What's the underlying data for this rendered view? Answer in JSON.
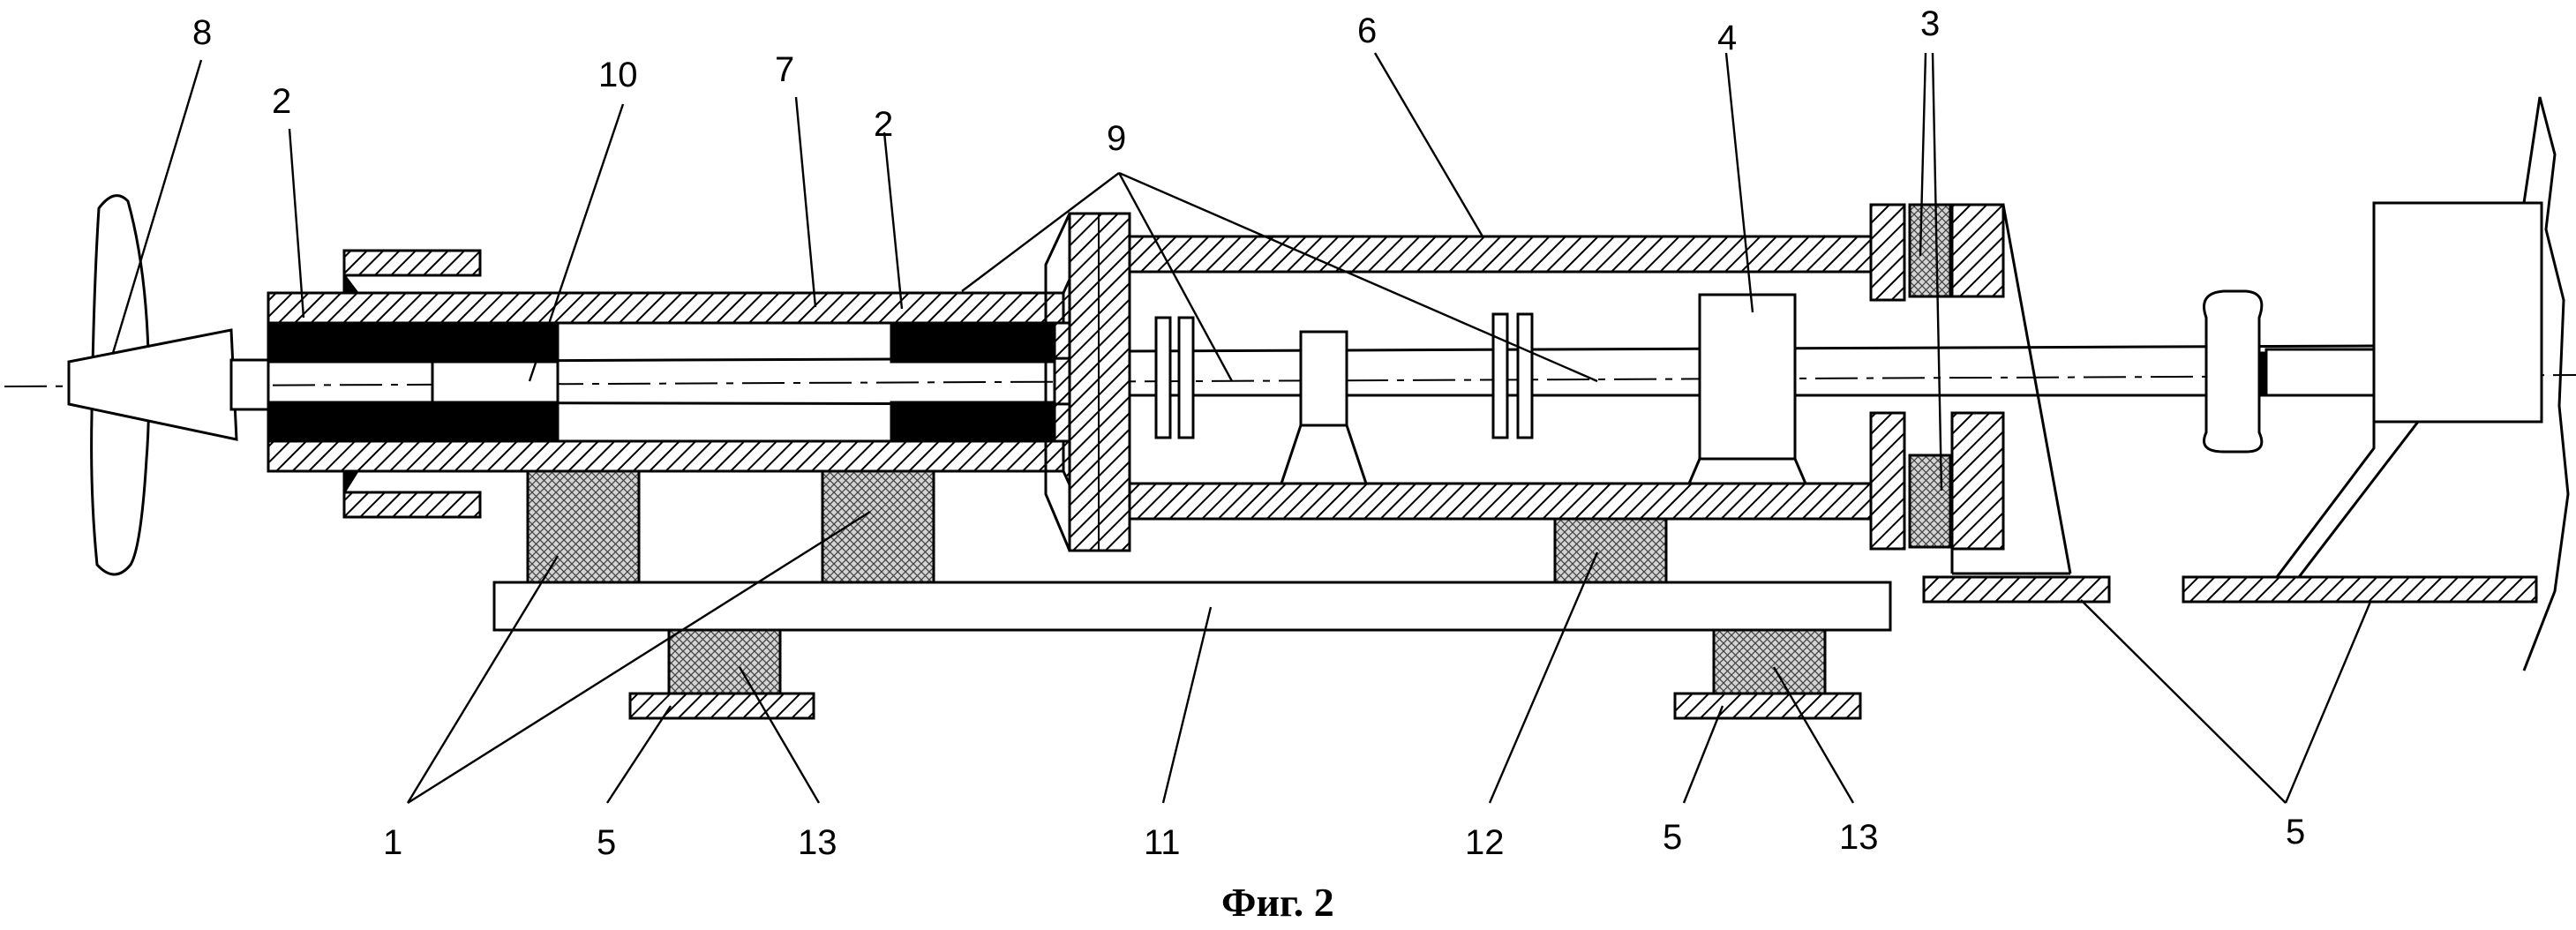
{
  "caption": "Фиг. 2",
  "labels": {
    "l1": "1",
    "l2a": "2",
    "l2b": "2",
    "l3": "3",
    "l4": "4",
    "l5a": "5",
    "l5b": "5",
    "l5c": "5",
    "l6": "6",
    "l7": "7",
    "l8": "8",
    "l9": "9",
    "l10": "10",
    "l11": "11",
    "l12": "12",
    "l13a": "13",
    "l13b": "13"
  }
}
